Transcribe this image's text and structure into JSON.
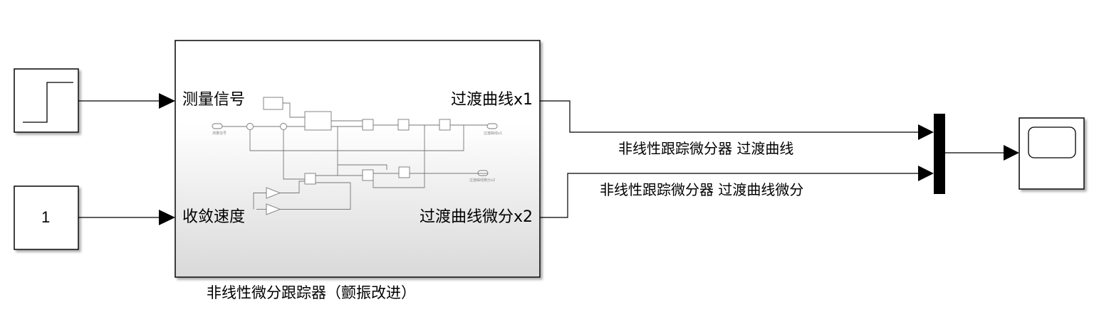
{
  "step_block": {
    "icon": "step-icon"
  },
  "constant_block": {
    "value": "1"
  },
  "subsystem": {
    "name": "非线性微分跟踪器（颤振改进）",
    "inputs": [
      "测量信号",
      "收敛速度"
    ],
    "outputs": [
      "过渡曲线x1",
      "过渡曲线微分x2"
    ],
    "inner": {
      "in1_label": "测量信号",
      "out1_label": "过渡曲线x1",
      "out2_label": "过渡曲线微分x2"
    }
  },
  "signals": {
    "x1": "非线性跟踪微分器 过渡曲线",
    "x2": "非线性跟踪微分器 过渡曲线微分"
  },
  "mux_block": {
    "icon": "mux-bar"
  },
  "scope_block": {
    "icon": "scope-icon"
  }
}
